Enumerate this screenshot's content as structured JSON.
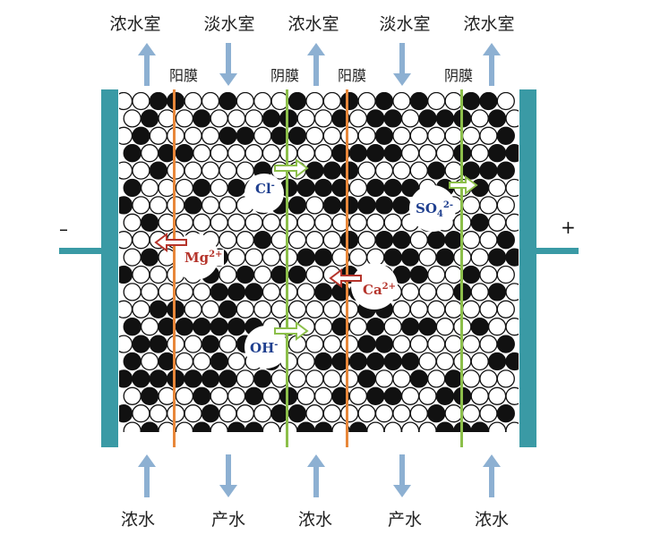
{
  "top_labels": [
    "浓水室",
    "淡水室",
    "浓水室",
    "淡水室",
    "浓水室"
  ],
  "membrane_labels": [
    "阳膜",
    "阴膜",
    "阳膜",
    "阴膜"
  ],
  "bottom_labels": [
    "浓水",
    "产水",
    "浓水",
    "产水",
    "浓水"
  ],
  "electrodes": {
    "negative": "–",
    "positive": "+"
  },
  "ions": {
    "mg": {
      "base": "Mg",
      "sup": "2+"
    },
    "cl": {
      "base": "Cl",
      "sup": "-"
    },
    "ca": {
      "base": "Ca",
      "sup": "2+"
    },
    "so4": {
      "base": "SO",
      "sub": "4",
      "sup": "2-"
    },
    "oh": {
      "base": "OH",
      "sup": "-"
    }
  },
  "colors": {
    "electrode": "#3a9aa5",
    "cation_membrane": "#e8873a",
    "anion_membrane": "#8cbf4a",
    "flow_arrow": "#8db0d2",
    "cation_text": "#b5342b",
    "anion_text": "#1f3f8f"
  }
}
